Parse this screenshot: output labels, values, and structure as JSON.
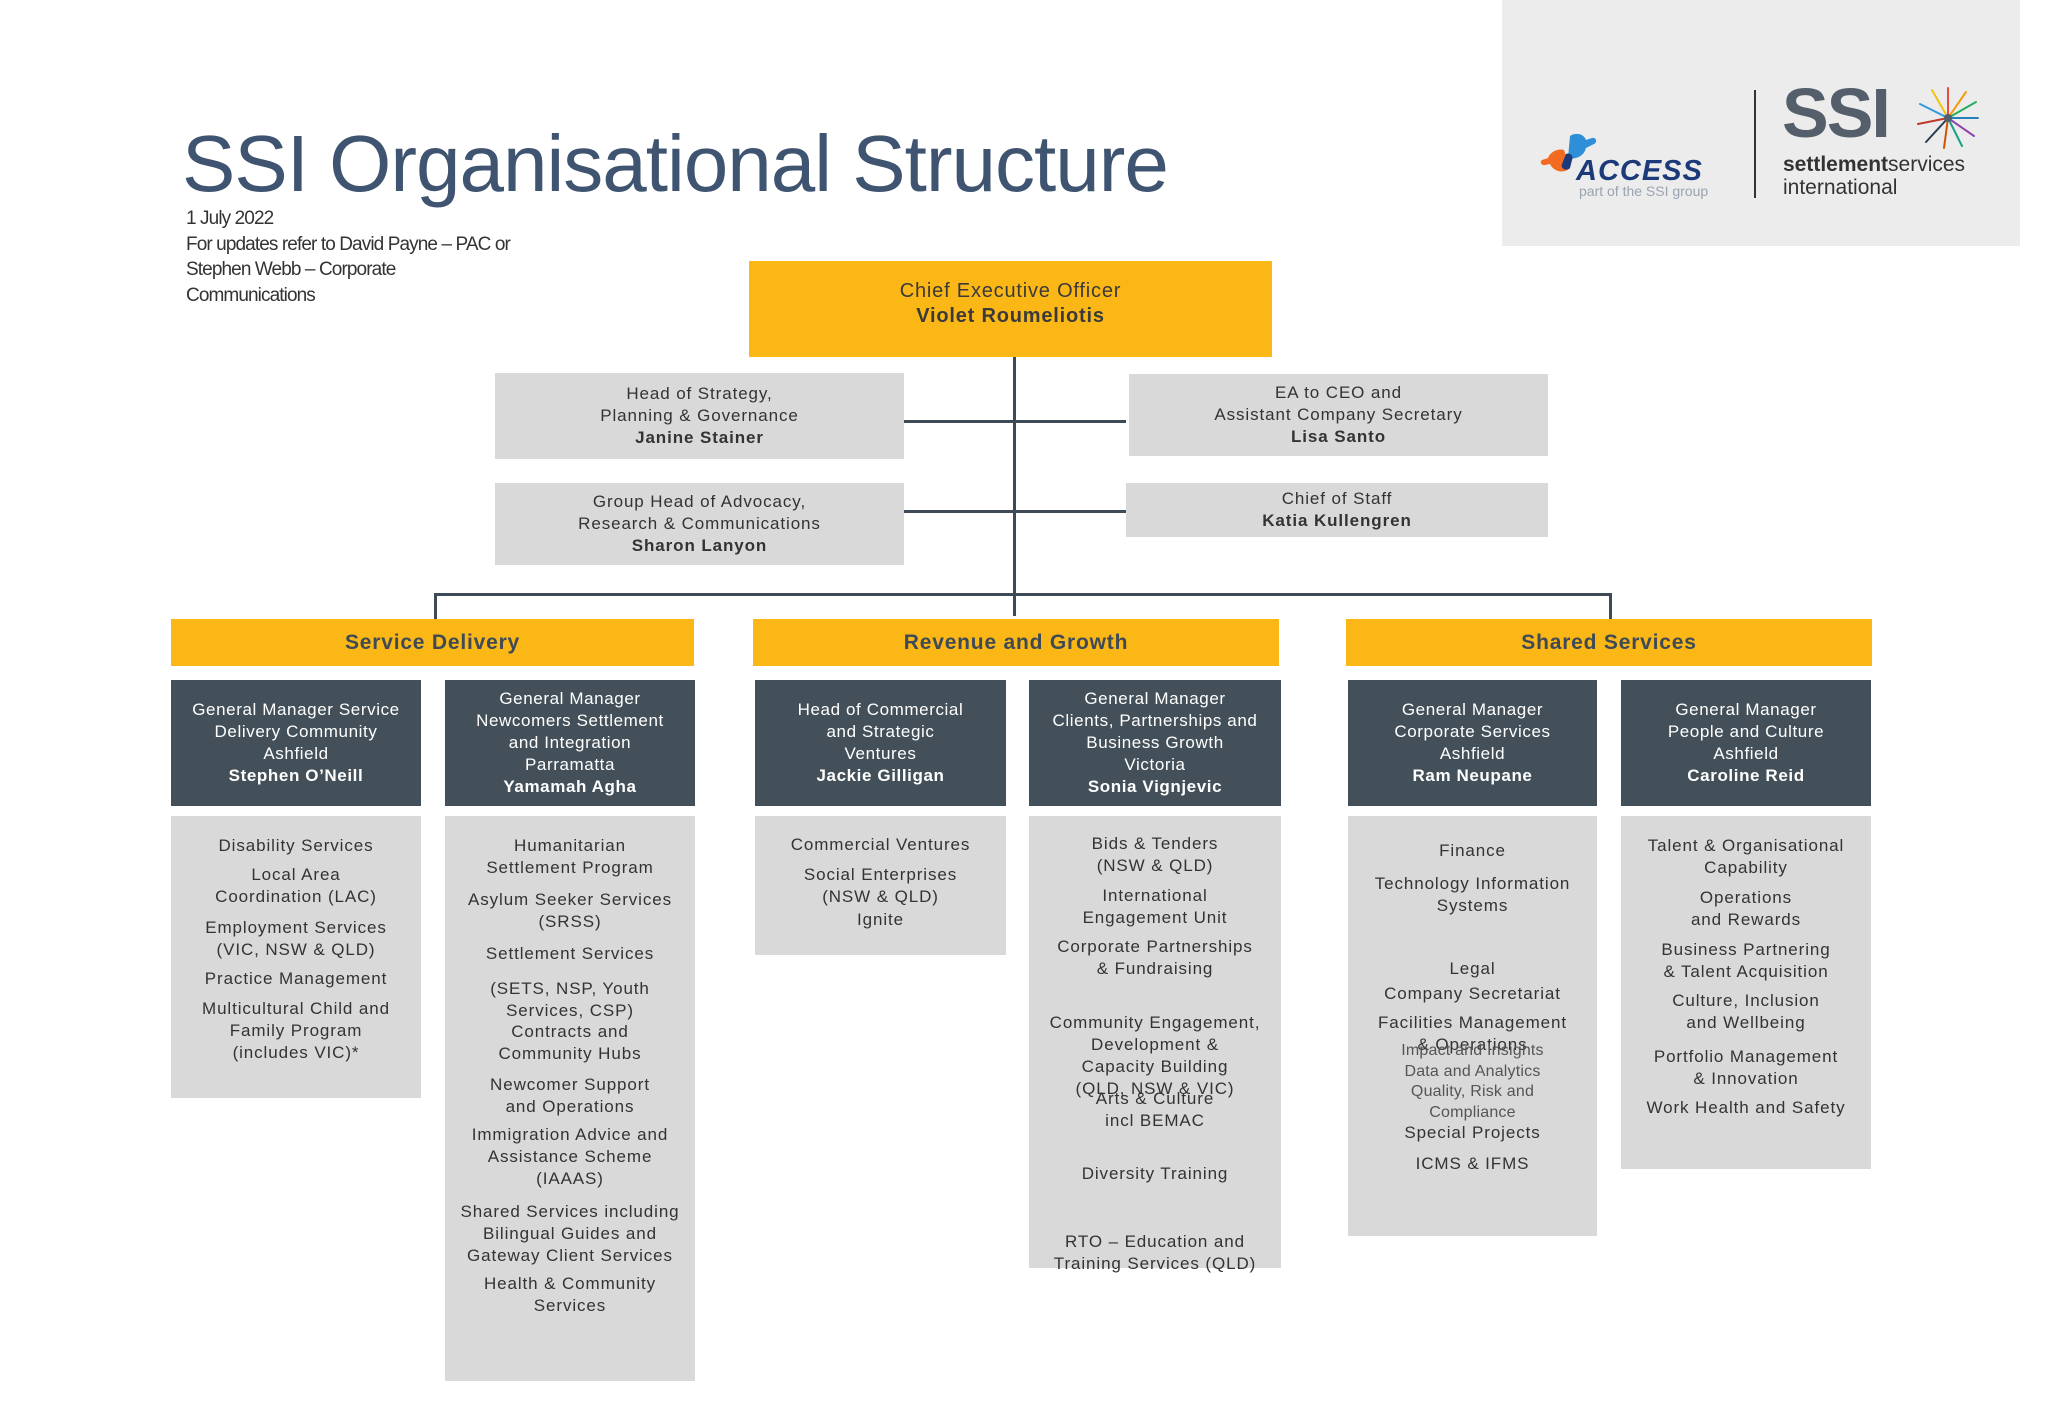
{
  "header": {
    "title": "SSI Organisational Structure",
    "date": "1 July 2022",
    "update_note": [
      "For updates refer to David Payne – PAC or",
      "Stephen Webb – Corporate",
      "Communications"
    ]
  },
  "logos": {
    "access_word": "ACCESS",
    "access_tagline": "part of the SSI group",
    "ssi_word": "SSI",
    "ssi_line1_bold": "settlement",
    "ssi_line1_rest": "services",
    "ssi_line2": "international"
  },
  "ceo": {
    "role": "Chief Executive Officer",
    "name": "Violet Roumeliotis"
  },
  "staff": {
    "strategy": {
      "role": [
        "Head of Strategy,",
        "Planning & Governance"
      ],
      "name": "Janine Stainer"
    },
    "ea": {
      "role": [
        "EA to CEO and",
        "Assistant Company Secretary"
      ],
      "name": "Lisa Santo"
    },
    "advocacy": {
      "role": [
        "Group Head of Advocacy,",
        "Research & Communications"
      ],
      "name": "Sharon Lanyon"
    },
    "chief_staff": {
      "role": [
        "Chief of Staff"
      ],
      "name": "Katia Kullengren"
    }
  },
  "sections": {
    "service_delivery": "Service Delivery",
    "revenue_growth": "Revenue and Growth",
    "shared_services": "Shared Services"
  },
  "managers": [
    {
      "role": [
        "General Manager Service",
        "Delivery Community",
        "Ashfield"
      ],
      "name": "Stephen O’Neill",
      "items": [
        [
          "Disability Services"
        ],
        [
          "Local Area",
          "Coordination (LAC)"
        ],
        [
          "Employment Services",
          "(VIC, NSW & QLD)"
        ],
        [
          "Practice Management"
        ],
        [
          "Multicultural Child and",
          "Family Program",
          "(includes VIC)*"
        ]
      ]
    },
    {
      "role": [
        "General Manager",
        "Newcomers Settlement",
        "and Integration",
        "Parramatta"
      ],
      "name": "Yamamah Agha",
      "items": [
        [
          "Humanitarian",
          "Settlement Program"
        ],
        [
          "Asylum Seeker Services",
          "(SRSS)"
        ],
        [
          "Settlement Services"
        ],
        [
          "(SETS, NSP, Youth",
          "Services, CSP)"
        ],
        [
          "Contracts and",
          "Community Hubs"
        ],
        [
          "Newcomer Support",
          "and Operations"
        ],
        [
          "Immigration Advice and",
          "Assistance Scheme",
          "(IAAAS)"
        ],
        [
          "Shared Services including",
          "Bilingual Guides and",
          "Gateway Client Services"
        ],
        [
          "Health & Community",
          "Services"
        ]
      ]
    },
    {
      "role": [
        "Head of Commercial",
        "and Strategic",
        "Ventures"
      ],
      "name": "Jackie Gilligan",
      "items": [
        [
          "Commercial Ventures"
        ],
        [
          "Social Enterprises",
          "(NSW & QLD)"
        ],
        [
          "Ignite"
        ]
      ]
    },
    {
      "role": [
        "General Manager",
        "Clients, Partnerships and",
        "Business Growth",
        "Victoria"
      ],
      "name": "Sonia Vignjevic",
      "items": [
        [
          "Bids & Tenders",
          "(NSW & QLD)"
        ],
        [
          "International",
          "Engagement Unit"
        ],
        [
          "Corporate Partnerships",
          "& Fundraising"
        ],
        [
          "Community Engagement,",
          "Development &",
          "Capacity Building",
          "(QLD, NSW & VIC)"
        ],
        [
          "Arts & Culture",
          "incl BEMAC"
        ],
        [
          "Diversity Training"
        ],
        [
          "RTO – Education and",
          "Training Services (QLD)"
        ]
      ]
    },
    {
      "role": [
        "General Manager",
        "Corporate Services",
        "Ashfield"
      ],
      "name": "Ram Neupane",
      "items": [
        [
          "Finance"
        ],
        [
          "Technology Information",
          "Systems"
        ],
        [
          "Legal"
        ],
        [
          "Company Secretariat"
        ],
        [
          "Facilities Management",
          "& Operations"
        ],
        [
          "Impact and Insights",
          "Data and Analytics",
          "Quality, Risk and",
          "Compliance"
        ],
        [
          "Special Projects"
        ],
        [
          "ICMS & IFMS"
        ]
      ]
    },
    {
      "role": [
        "General Manager",
        "People and Culture",
        "Ashfield"
      ],
      "name": "Caroline Reid",
      "items": [
        [
          "Talent & Organisational",
          "Capability"
        ],
        [
          "Operations",
          "and Rewards"
        ],
        [
          "Business Partnering",
          "& Talent Acquisition"
        ],
        [
          "Culture, Inclusion",
          "and Wellbeing"
        ],
        [
          "Portfolio Management",
          "& Innovation"
        ],
        [
          "Work Health and Safety"
        ]
      ]
    }
  ],
  "colors": {
    "accent_yellow": "#fbb716",
    "manager_slate": "#435059",
    "title_blue": "#3f5470",
    "box_gray": "#d9d9d9"
  }
}
